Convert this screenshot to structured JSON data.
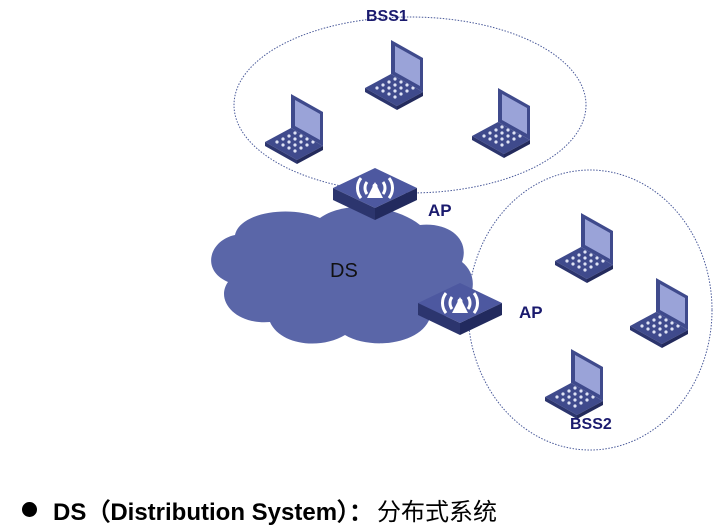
{
  "diagram": {
    "bss1_label": "BSS1",
    "bss2_label": "BSS2",
    "ap1_label": "AP",
    "ap2_label": "AP",
    "cloud_label": "DS",
    "colors": {
      "cloud": "#5a66a8",
      "device": "#3f4a8c",
      "label": "#1a1a6e"
    },
    "icons": [
      "laptop-icon",
      "access-point-icon",
      "cloud-icon"
    ]
  },
  "caption": {
    "term": "DS（Distribution System）：",
    "meaning": "分布式系统"
  }
}
